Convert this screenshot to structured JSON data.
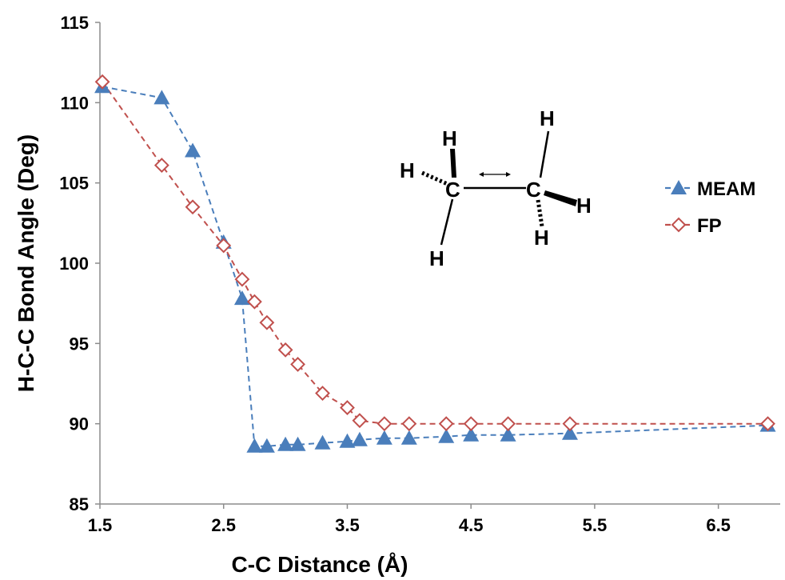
{
  "chart_data": {
    "type": "line",
    "title": "",
    "xlabel": "C-C Distance (Å)",
    "ylabel": "H-C-C Bond Angle (Deg)",
    "xlim": [
      1.5,
      7.0
    ],
    "ylim": [
      85,
      115
    ],
    "x_ticks": [
      "1.5",
      "2.5",
      "3.5",
      "4.5",
      "5.5",
      "6.5"
    ],
    "y_ticks": [
      "85",
      "90",
      "95",
      "100",
      "105",
      "110",
      "115"
    ],
    "grid": false,
    "legend": "right",
    "series": [
      {
        "name": "MEAM",
        "color": "#4a7ebb",
        "marker": "triangle",
        "line": "dashed",
        "points": [
          [
            1.52,
            111.0
          ],
          [
            2.0,
            110.3
          ],
          [
            2.25,
            107.0
          ],
          [
            2.5,
            101.3
          ],
          [
            2.65,
            97.8
          ],
          [
            2.75,
            88.6
          ],
          [
            2.85,
            88.6
          ],
          [
            3.0,
            88.7
          ],
          [
            3.1,
            88.7
          ],
          [
            3.3,
            88.8
          ],
          [
            3.5,
            88.9
          ],
          [
            3.6,
            89.0
          ],
          [
            3.8,
            89.1
          ],
          [
            4.0,
            89.1
          ],
          [
            4.3,
            89.2
          ],
          [
            4.5,
            89.3
          ],
          [
            4.8,
            89.3
          ],
          [
            5.3,
            89.4
          ],
          [
            6.9,
            89.9
          ]
        ]
      },
      {
        "name": "FP",
        "color": "#c0504d",
        "marker": "diamond-open",
        "line": "dashed",
        "points": [
          [
            1.52,
            111.3
          ],
          [
            2.0,
            106.1
          ],
          [
            2.25,
            103.5
          ],
          [
            2.5,
            101.1
          ],
          [
            2.65,
            99.0
          ],
          [
            2.75,
            97.6
          ],
          [
            2.85,
            96.3
          ],
          [
            3.0,
            94.6
          ],
          [
            3.1,
            93.7
          ],
          [
            3.3,
            91.9
          ],
          [
            3.5,
            91.0
          ],
          [
            3.6,
            90.2
          ],
          [
            3.8,
            90.0
          ],
          [
            4.0,
            90.0
          ],
          [
            4.3,
            90.0
          ],
          [
            4.5,
            90.0
          ],
          [
            4.8,
            90.0
          ],
          [
            5.3,
            90.0
          ],
          [
            6.9,
            90.0
          ]
        ]
      }
    ],
    "inset": {
      "atoms": [
        "H",
        "H",
        "H",
        "C",
        "C",
        "H",
        "H",
        "H"
      ]
    },
    "legend_symbols": {
      "meam": "triangle-marker-icon",
      "fp": "diamond-marker-icon"
    }
  }
}
